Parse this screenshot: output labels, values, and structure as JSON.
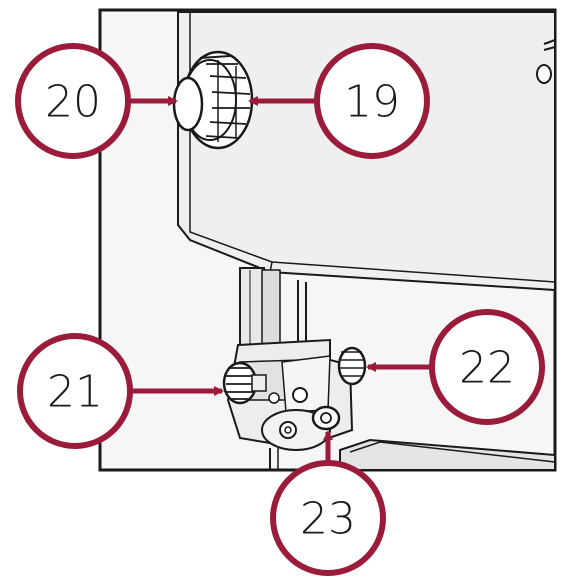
{
  "callouts": [
    {
      "id": "20",
      "label": "20"
    },
    {
      "id": "19",
      "label": "19"
    },
    {
      "id": "21",
      "label": "21"
    },
    {
      "id": "22",
      "label": "22"
    },
    {
      "id": "23",
      "label": "23"
    }
  ],
  "colors": {
    "callout_ring": "#9b1c3a",
    "line_art": "#1a1a1a",
    "background": "#ffffff"
  },
  "icons": {
    "knob_19": "tension-knob-icon",
    "knob_20": "tension-knob-cap-icon",
    "knob_21": "guide-lock-knob-icon",
    "knob_22": "guide-adjust-knob-icon",
    "bolt_23": "bearing-bolt-icon"
  }
}
